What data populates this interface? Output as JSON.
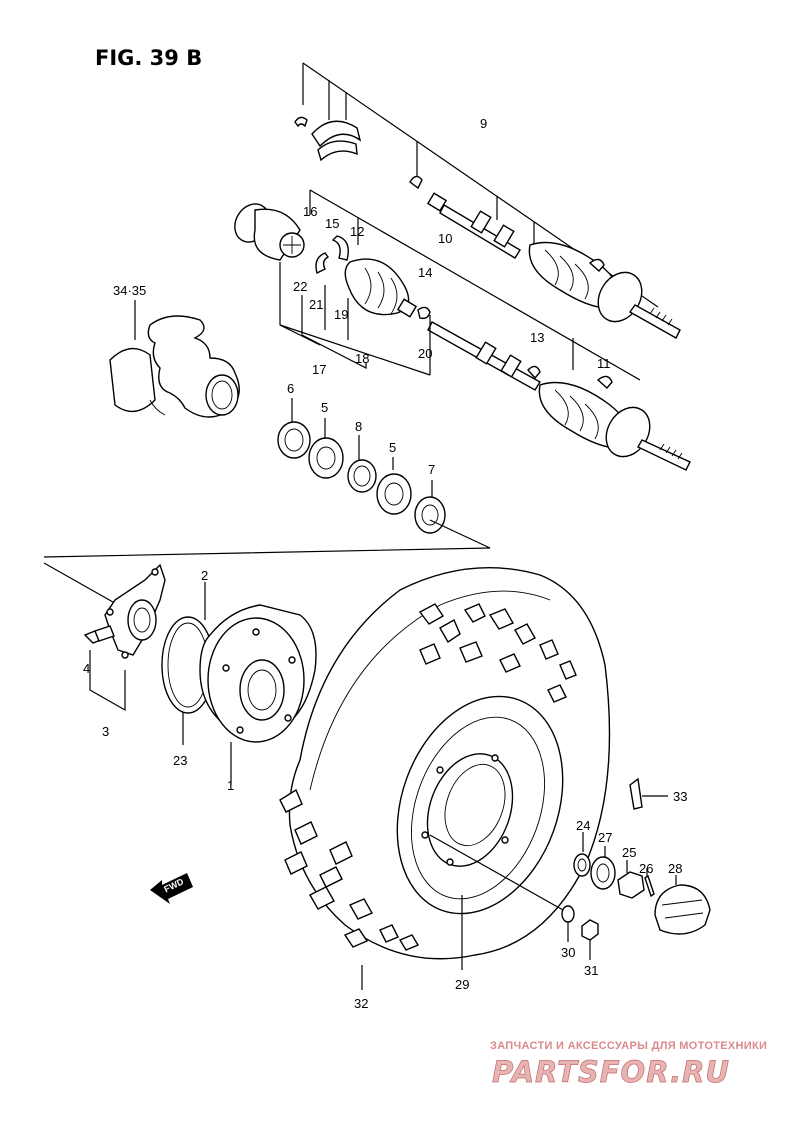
{
  "figure": {
    "title": "FIG. 39 B"
  },
  "callouts": {
    "c1": "1",
    "c2": "2",
    "c3": "3",
    "c4": "4",
    "c5a": "5",
    "c5b": "5",
    "c6": "6",
    "c7": "7",
    "c8": "8",
    "c9": "9",
    "c10": "10",
    "c11": "11",
    "c12": "12",
    "c13": "13",
    "c14": "14",
    "c15": "15",
    "c16": "16",
    "c17": "17",
    "c18": "18",
    "c19": "19",
    "c20": "20",
    "c21": "21",
    "c22": "22",
    "c23": "23",
    "c24": "24",
    "c25": "25",
    "c26": "26",
    "c27": "27",
    "c28": "28",
    "c29": "29",
    "c30": "30",
    "c31": "31",
    "c32": "32",
    "c33": "33",
    "c3435": "34·35"
  },
  "fwd": {
    "label": "FWD"
  },
  "watermark": {
    "caption": "ЗАПЧАСТИ И АКСЕССУАРЫ ДЛЯ МОТОТЕХНИКИ",
    "brand": "PARTSFOR.RU",
    "color": "#d98a8a"
  }
}
